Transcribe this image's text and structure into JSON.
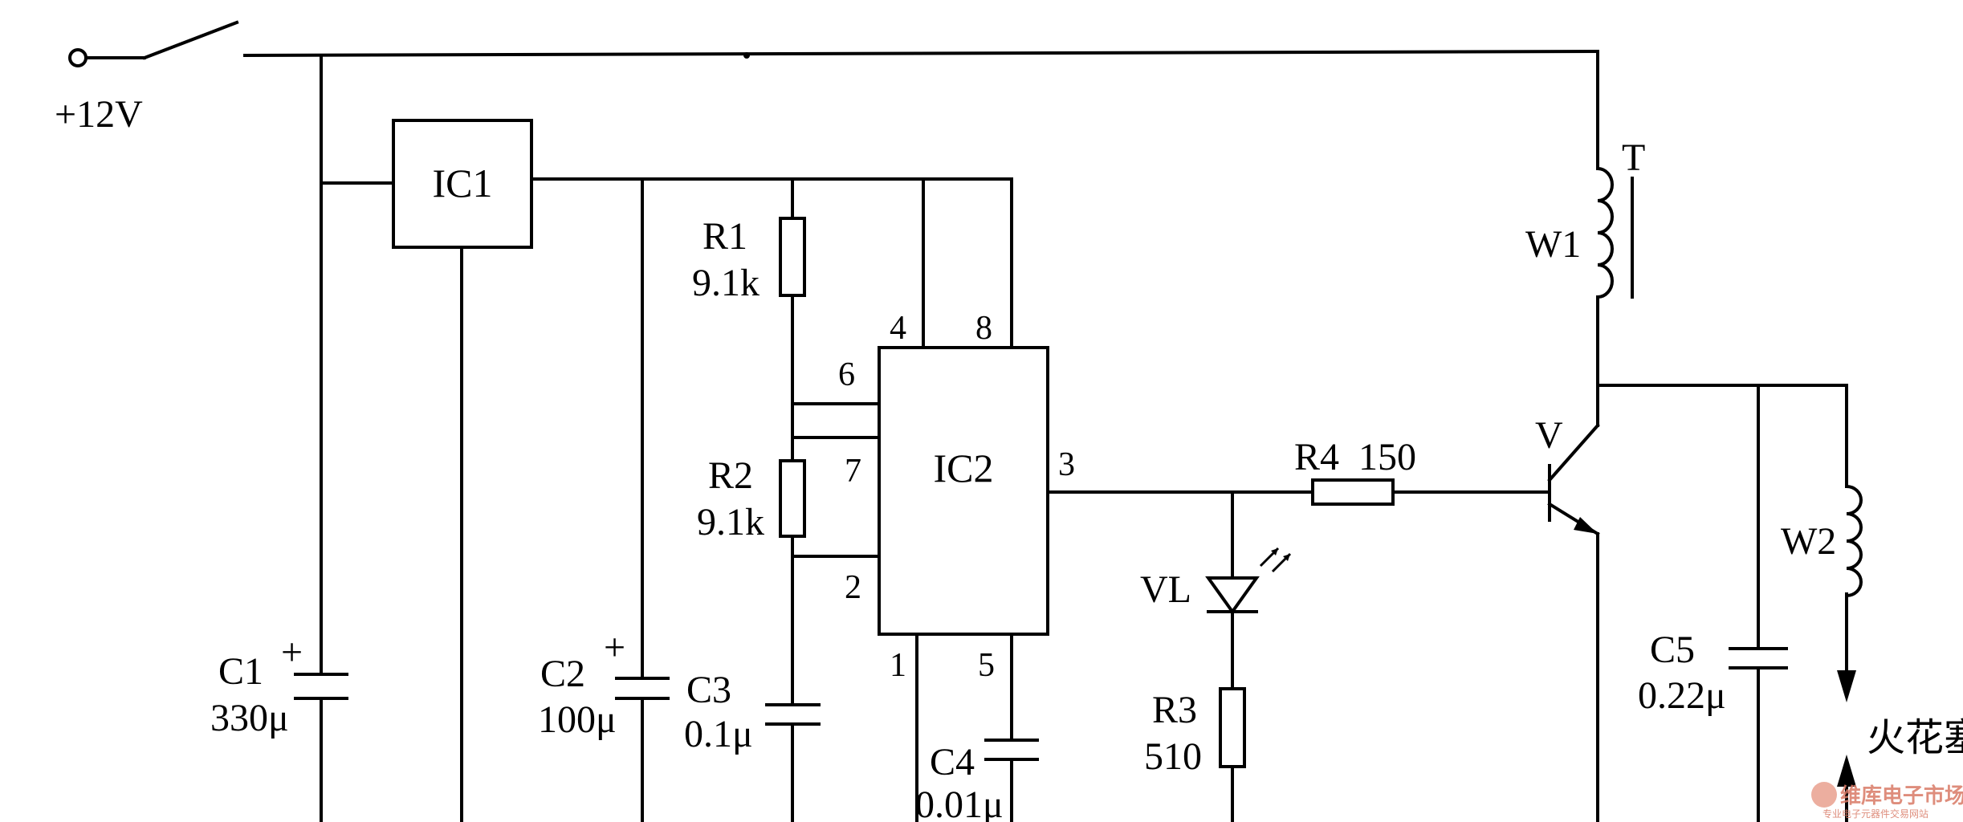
{
  "supply": {
    "label": "+12V"
  },
  "ic1": {
    "label": "IC1"
  },
  "ic2": {
    "label": "IC2",
    "pins": [
      "4",
      "8",
      "6",
      "7",
      "2",
      "3",
      "1",
      "5"
    ]
  },
  "components": {
    "R1": {
      "name": "R1",
      "value": "9.1k"
    },
    "R2": {
      "name": "R2",
      "value": "9.1k"
    },
    "R3": {
      "name": "R3",
      "value": "510"
    },
    "R4": {
      "name": "R4",
      "value": "150"
    },
    "C1": {
      "name": "C1",
      "value": "330μ",
      "polarity": "+"
    },
    "C2": {
      "name": "C2",
      "value": "100μ",
      "polarity": "+"
    },
    "C3": {
      "name": "C3",
      "value": "0.1μ"
    },
    "C4": {
      "name": "C4",
      "value": "0.01μ"
    },
    "C5": {
      "name": "C5",
      "value": "0.22μ"
    },
    "VL": {
      "name": "VL"
    },
    "V": {
      "name": "V"
    },
    "T": {
      "name": "T"
    },
    "W1": {
      "name": "W1"
    },
    "W2": {
      "name": "W2"
    }
  },
  "spark_label": "火花塞",
  "watermark": {
    "text": "维库电子市场网",
    "subtext": "专业电子元器件交易网站"
  }
}
